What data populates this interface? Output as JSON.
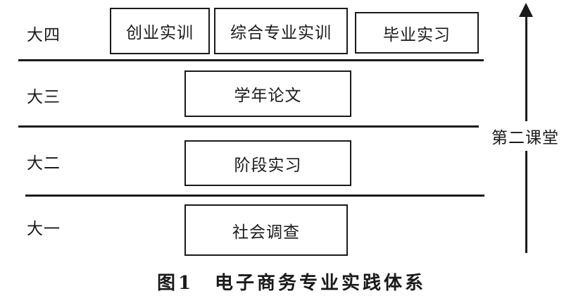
{
  "years": {
    "y4": "大四",
    "y3": "大三",
    "y2": "大二",
    "y1": "大一"
  },
  "activities": {
    "y4": [
      "创业实训",
      "综合专业实训",
      "毕业实习"
    ],
    "y3": "学年论文",
    "y2": "阶段实习",
    "y1": "社会调查"
  },
  "side_label": "第二课堂",
  "caption": "图1　电子商务专业实践体系"
}
